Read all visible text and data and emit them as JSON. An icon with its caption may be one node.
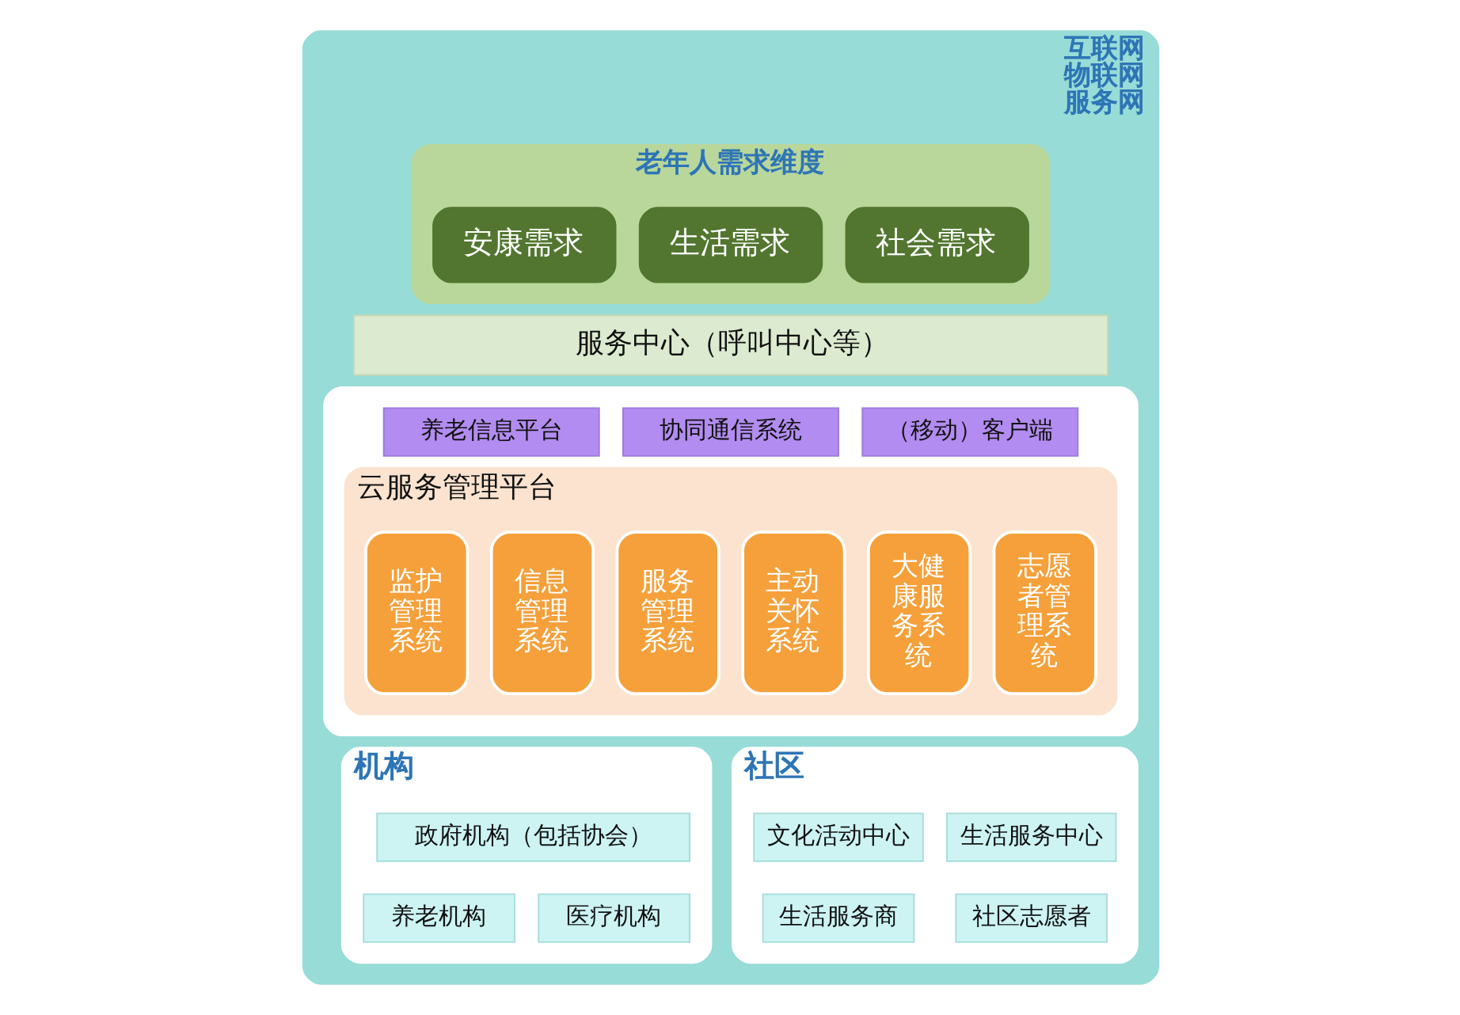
{
  "diagram": {
    "nodes": [
      {
        "text": [
          "互联网",
          "物联网",
          "服务网"
        ]
      },
      {
        "text": [
          "老年人需求维度"
        ],
        "in": 0
      },
      {
        "text": [
          "安康需求"
        ],
        "in": 1
      },
      {
        "text": [
          "生活需求"
        ],
        "in": 1
      },
      {
        "text": [
          "社会需求"
        ],
        "in": 1
      },
      {
        "text": [
          "服务中心（呼叫中心等）"
        ],
        "in": 0
      },
      {
        "text": [],
        "shape": "box",
        "in": 0
      },
      {
        "text": [
          "养老信息平台"
        ],
        "in": 6
      },
      {
        "text": [
          "协同通信系统"
        ],
        "in": 6
      },
      {
        "text": [
          "（移动）客户端"
        ],
        "in": 6
      },
      {
        "text": [
          "云服务管理平台"
        ],
        "in": 6
      },
      {
        "text": [
          "监护管理系统"
        ],
        "in": 10
      },
      {
        "text": [
          "信息管理系统"
        ],
        "in": 10
      },
      {
        "text": [
          "服务管理系统"
        ],
        "in": 10
      },
      {
        "text": [
          "主动关怀系统"
        ],
        "in": 10
      },
      {
        "text": [
          "大健康服务系统"
        ],
        "in": 10
      },
      {
        "text": [
          "志愿者管理系统"
        ],
        "in": 10
      },
      {
        "text": [
          "机构"
        ],
        "in": 0
      },
      {
        "text": [
          "政府机构（包括协会）"
        ],
        "in": 17
      },
      {
        "text": [
          "养老机构"
        ],
        "in": 17
      },
      {
        "text": [
          "医疗机构"
        ],
        "in": 17
      },
      {
        "text": [
          "社区"
        ],
        "in": 0
      },
      {
        "text": [
          "文化活动中心"
        ],
        "in": 21
      },
      {
        "text": [
          "生活服务中心"
        ],
        "in": 21
      },
      {
        "text": [
          "生活服务商"
        ],
        "in": 21
      },
      {
        "text": [
          "社区志愿者"
        ],
        "in": 21
      }
    ]
  }
}
